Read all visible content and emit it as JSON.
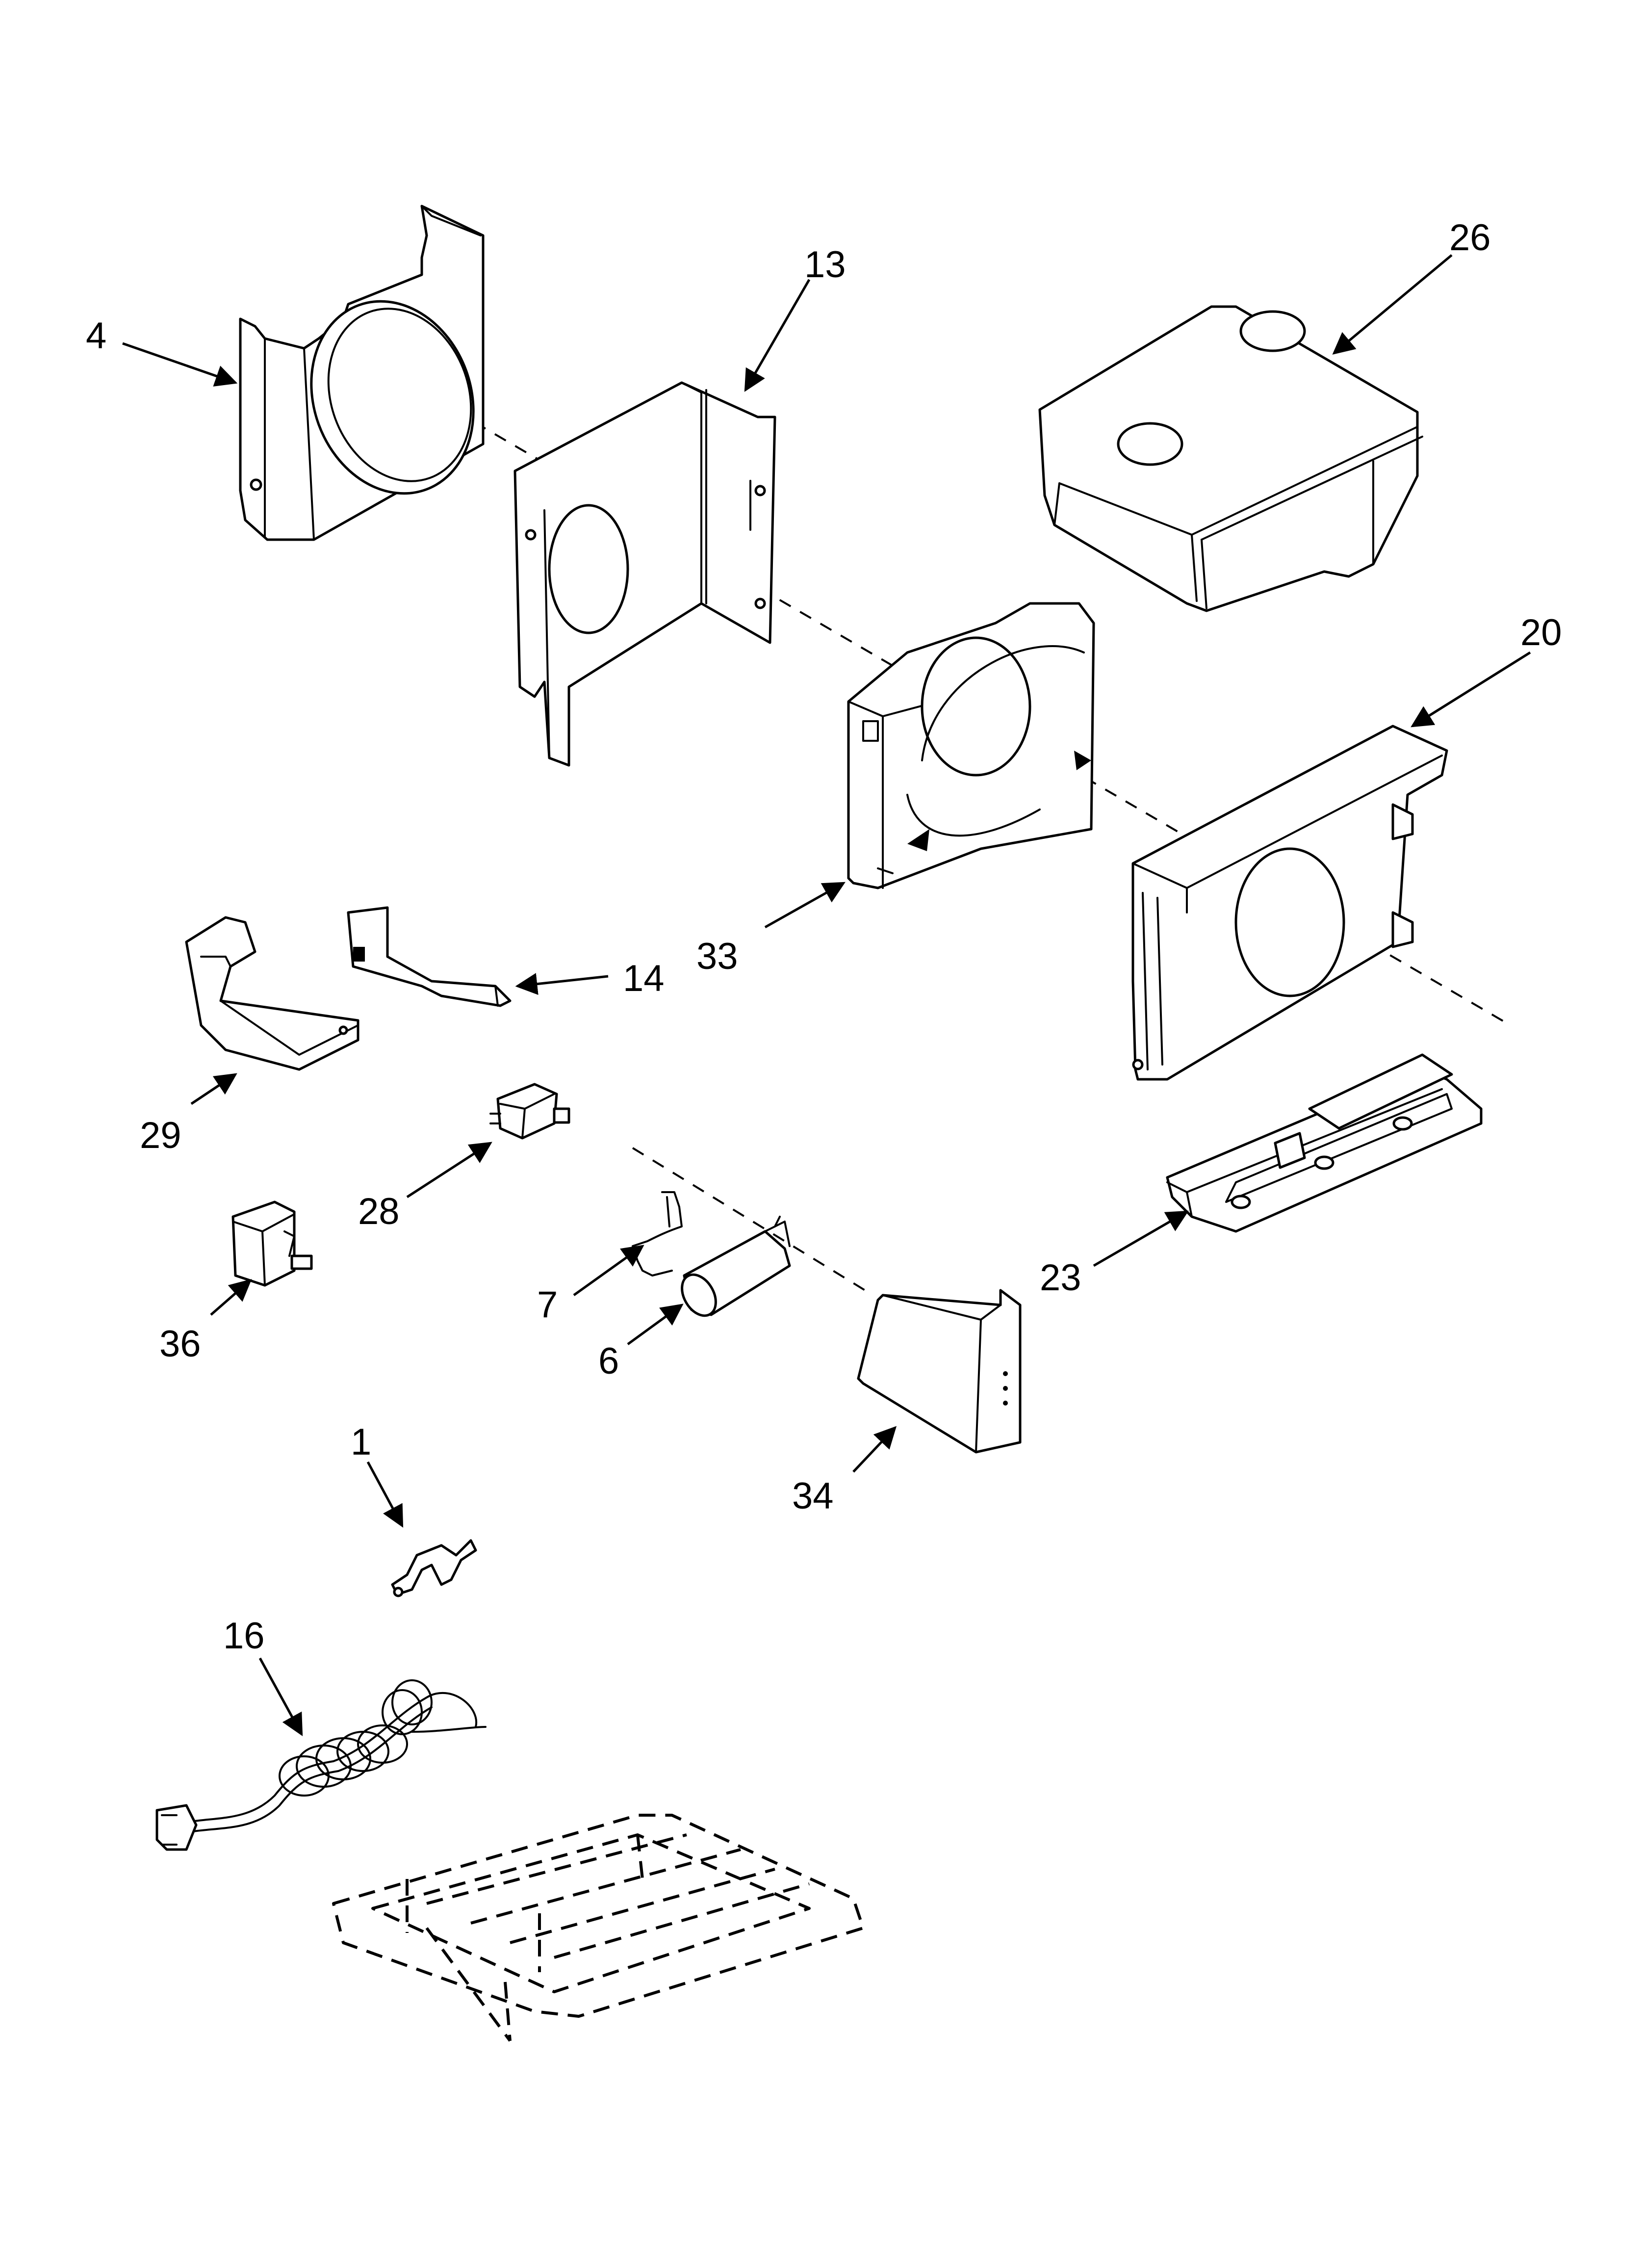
{
  "callouts": {
    "p4": "4",
    "p13": "13",
    "p26": "26",
    "p20": "20",
    "p33": "33",
    "p14": "14",
    "p29": "29",
    "p28": "28",
    "p7": "7",
    "p6": "6",
    "p36": "36",
    "p23": "23",
    "p34": "34",
    "p1": "1",
    "p16": "16"
  },
  "style": {
    "line_color": "#000000",
    "background": "#ffffff"
  }
}
